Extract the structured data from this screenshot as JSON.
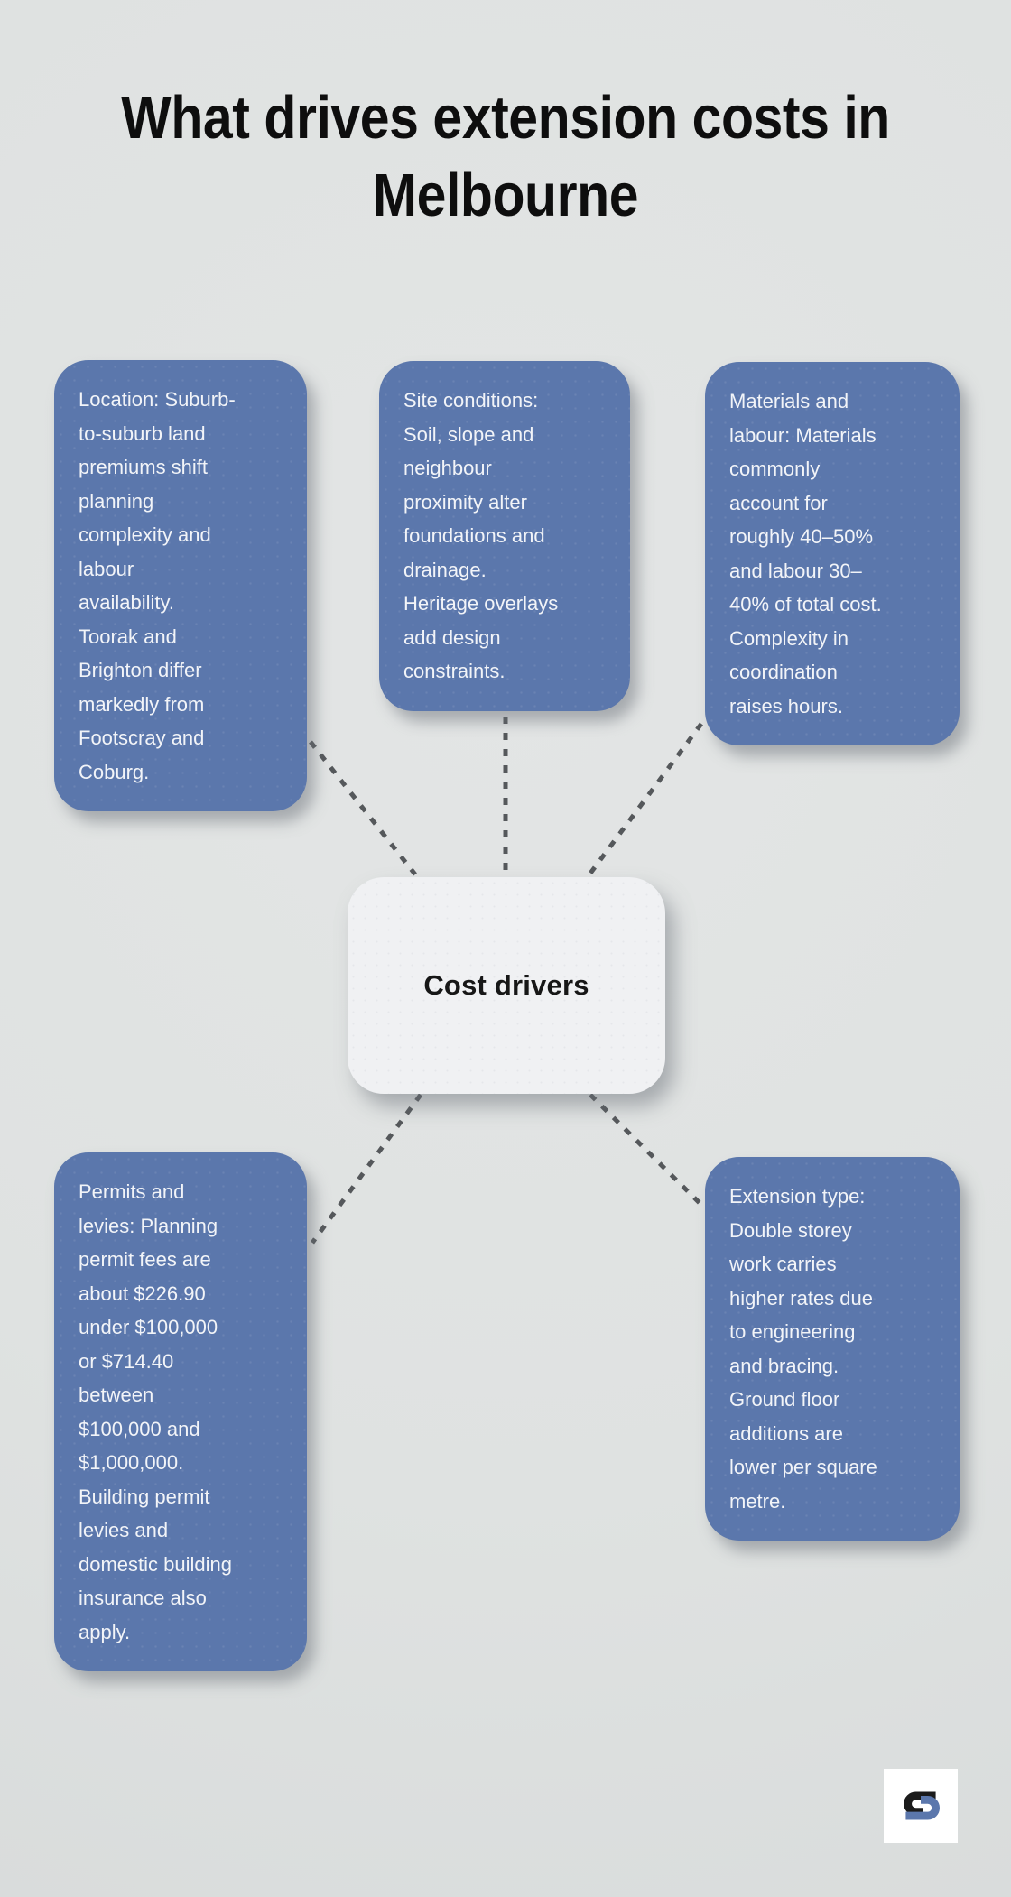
{
  "title": {
    "lines": [
      "What drives extension costs in",
      "Melbourne"
    ]
  },
  "center": {
    "label": "Cost drivers"
  },
  "nodes": [
    {
      "id": "location",
      "text": "Location: Suburb-\nto-suburb land\npremiums shift\nplanning\ncomplexity and\nlabour\navailability.\nToorak and\nBrighton differ\nmarkedly from\nFootscray and\nCoburg."
    },
    {
      "id": "site-conditions",
      "text": "Site conditions:\nSoil, slope and\nneighbour\nproximity alter\nfoundations and\ndrainage.\nHeritage overlays\nadd design\nconstraints."
    },
    {
      "id": "materials-and-labour",
      "text": "Materials and\nlabour: Materials\ncommonly\naccount for\nroughly 40–50%\nand labour 30–\n40% of total cost.\nComplexity in\ncoordination\nraises hours."
    },
    {
      "id": "permits-and-levies",
      "text": "Permits and\nlevies: Planning\npermit fees are\nabout $226.90\nunder $100,000\nor $714.40\nbetween\n$100,000 and\n$1,000,000.\nBuilding permit\nlevies and\ndomestic building\ninsurance also\napply."
    },
    {
      "id": "extension-type",
      "text": "Extension type:\nDouble storey\nwork carries\nhigher rates due\nto engineering\nand bracing.\nGround floor\nadditions are\nlower per square\nmetre."
    }
  ],
  "icons": {
    "logo": "s-monogram-logo"
  },
  "colors": {
    "background": "#dfe2e1",
    "node_fill": "#5b77ac",
    "node_text": "#f2f4f8",
    "center_fill": "#f0f1f3",
    "center_text": "#171717",
    "connector": "#55585b",
    "title_text": "#0e0e0e",
    "logo_black": "#1b1b1b",
    "logo_blue": "#5b77ac",
    "logo_bg": "#ffffff"
  }
}
